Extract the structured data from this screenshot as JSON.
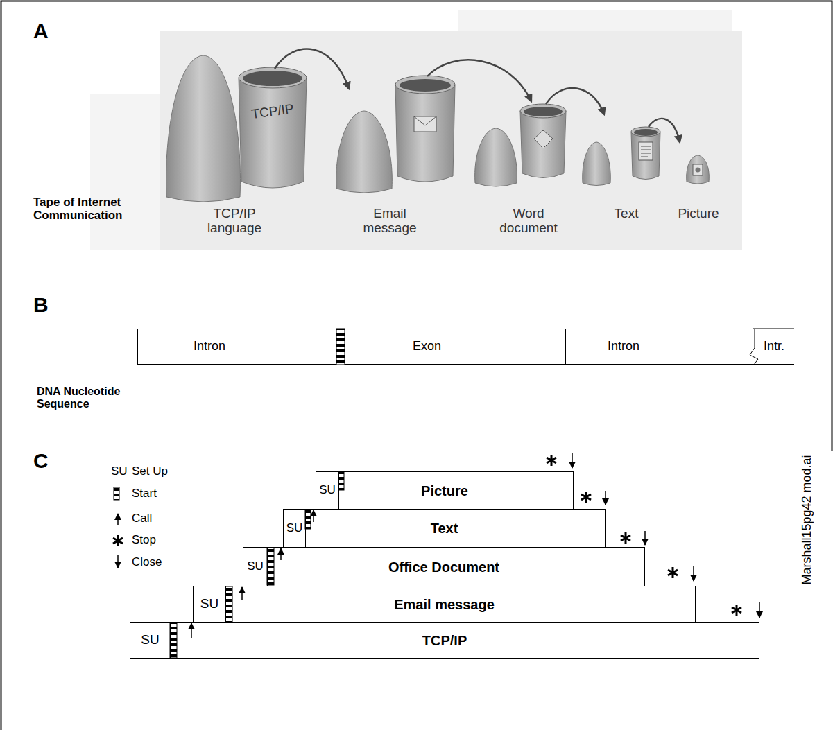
{
  "diagram": {
    "nodes": [
      {
        "text": [
          "Intron"
        ]
      },
      {
        "text": [
          "Exon"
        ]
      },
      {
        "text": [
          "Intron"
        ]
      },
      {
        "text": [
          "Intr."
        ]
      },
      {
        "text": [
          "Picture"
        ]
      },
      {
        "text": [
          "SU"
        ],
        "in": 4
      },
      {
        "text": [
          "Text"
        ]
      },
      {
        "text": [
          "SU"
        ],
        "in": 6
      },
      {
        "text": [
          "Office Document"
        ]
      },
      {
        "text": [
          "SU"
        ],
        "in": 8
      },
      {
        "text": [
          "Email message"
        ]
      },
      {
        "text": [
          "SU"
        ],
        "in": 10
      },
      {
        "text": [
          "TCP/IP"
        ]
      },
      {
        "text": [
          "SU"
        ],
        "in": 12
      }
    ],
    "labels": [
      "A",
      "Tape of Internet Communication",
      "TCP/IP",
      "TCP/IP language",
      "Email message",
      "Word document",
      "Text",
      "Picture",
      "B",
      "DNA Nucleotide Sequence",
      "C",
      "SU",
      "Marshall15pg42 mod.ai"
    ],
    "legend": [
      {
        "text": "Set Up"
      },
      {
        "text": "Start"
      },
      {
        "text": "Call"
      },
      {
        "text": "Stop"
      },
      {
        "text": "Close"
      }
    ]
  }
}
